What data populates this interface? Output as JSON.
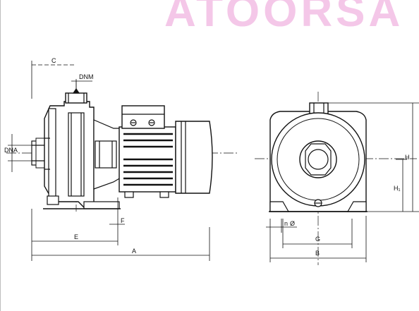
{
  "watermark": "ATOORSA",
  "side_view": {
    "labels": {
      "c": "C",
      "dnm": "DNM",
      "dna": "DNA",
      "e": "E",
      "f": "F",
      "a": "A"
    }
  },
  "front_view": {
    "labels": {
      "h": "H",
      "h1": "H₁",
      "n": "n",
      "phi": "Ø",
      "g": "G",
      "b": "B"
    }
  },
  "colors": {
    "line": "#111111",
    "watermark": "#f4c7e8",
    "frame": "#bdbdbd"
  }
}
